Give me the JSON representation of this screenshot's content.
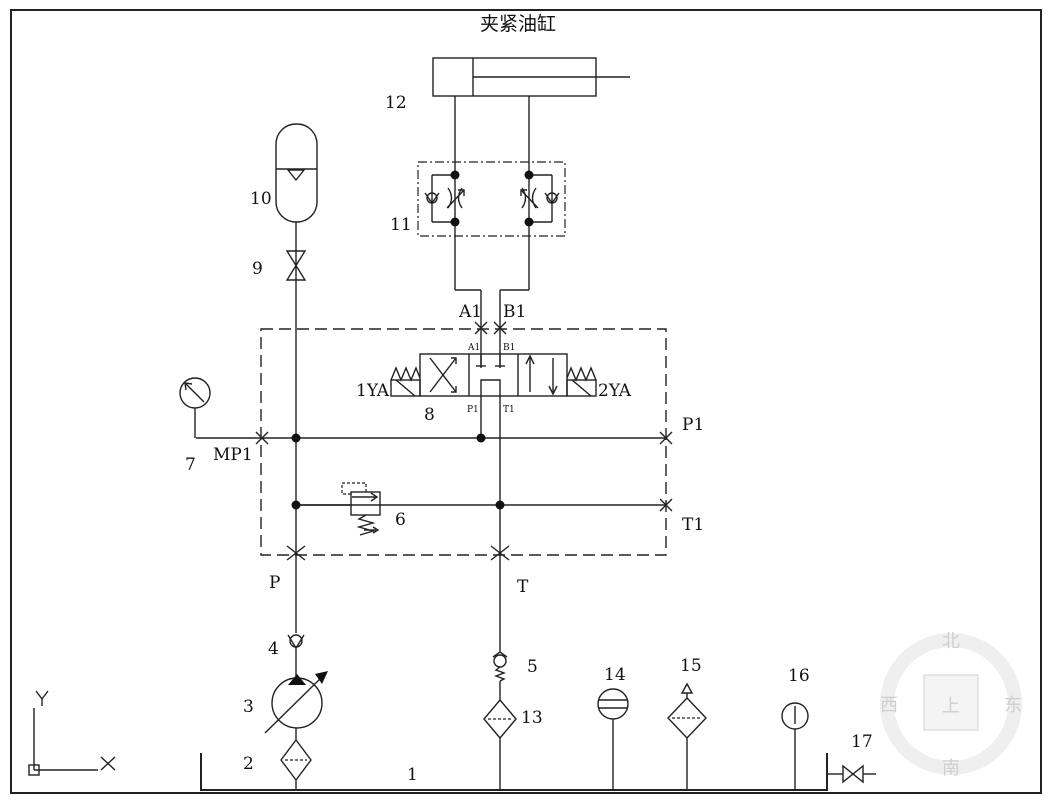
{
  "title": "夹紧油缸",
  "labels": {
    "n1": "1",
    "n2": "2",
    "n3": "3",
    "n4": "4",
    "n5": "5",
    "n6": "6",
    "n7": "7",
    "n8": "8",
    "n9": "9",
    "n10": "10",
    "n11": "11",
    "n12": "12",
    "n13": "13",
    "n14": "14",
    "n15": "15",
    "n16": "16",
    "n17": "17"
  },
  "ports": {
    "A1": "A1",
    "B1": "B1",
    "P1": "P1",
    "T1": "T1",
    "MP1": "MP1",
    "P": "P",
    "T": "T",
    "ya1": "1YA",
    "ya2": "2YA",
    "valve_a1": "A1",
    "valve_b1": "B1",
    "valve_p1": "P1",
    "valve_t1": "T1"
  },
  "axes": {
    "y": "Y",
    "x": "X"
  },
  "compass": {
    "north": "北",
    "south": "南",
    "east": "东",
    "west": "西",
    "center": "上"
  }
}
